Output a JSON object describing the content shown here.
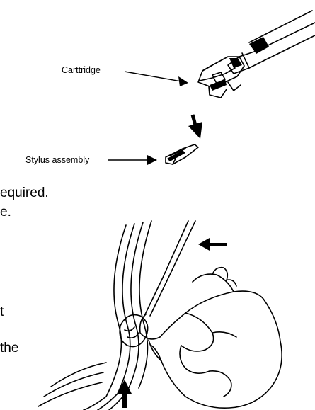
{
  "top_figure": {
    "cartridge_label": "Carttridge",
    "stylus_label": "Stylus assembly"
  },
  "text_fragments": {
    "line1": "equired.",
    "line2": "e.",
    "line3": "t",
    "line4": "the"
  }
}
